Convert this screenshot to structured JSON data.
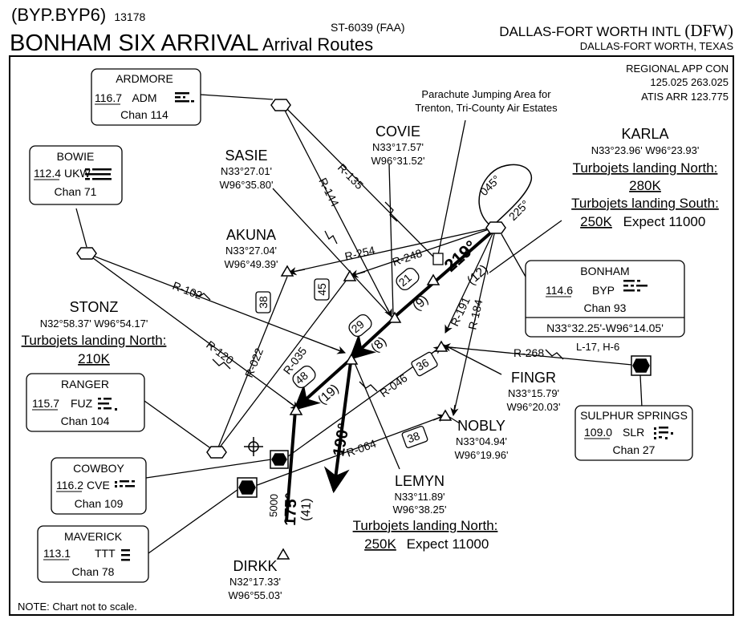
{
  "header": {
    "procedure_code": "(BYP.BYP6)",
    "procedure_number": "13178",
    "title": "BONHAM SIX ARRIVAL",
    "subtitle": "Arrival Routes",
    "chart_id": "ST-6039 (FAA)",
    "airport_name": "DALLAS-FORT WORTH INTL",
    "airport_id": "(DFW)",
    "city": "DALLAS-FORT WORTH, TEXAS"
  },
  "comms": {
    "line1": "REGIONAL APP CON",
    "line2": "125.025  263.025",
    "line3": "ATIS ARR  123.775"
  },
  "parachute": {
    "line1": "Parachute Jumping Area for",
    "line2": "Trenton, Tri-County Air Estates"
  },
  "navaids": {
    "ardmore": {
      "name": "ARDMORE",
      "freq": "116.7",
      "id": "ADM",
      "chan": "Chan 114"
    },
    "bowie": {
      "name": "BOWIE",
      "freq": "112.4",
      "id": "UKW",
      "chan": "Chan 71"
    },
    "bonham": {
      "name": "BONHAM",
      "freq": "114.6",
      "id": "BYP",
      "chan": "Chan 93",
      "coords": "N33°32.25'-W96°14.05'"
    },
    "ranger": {
      "name": "RANGER",
      "freq": "115.7",
      "id": "FUZ",
      "chan": "Chan 104"
    },
    "cowboy": {
      "name": "COWBOY",
      "freq": "116.2",
      "id": "CVE",
      "chan": "Chan 109"
    },
    "maverick": {
      "name": "MAVERICK",
      "freq": "113.1",
      "id": "TTT",
      "chan": "Chan 78"
    },
    "sulphur": {
      "name": "SULPHUR SPRINGS",
      "freq": "109.0",
      "id": "SLR",
      "chan": "Chan 27"
    }
  },
  "fixes": {
    "covie": {
      "name": "COVIE",
      "lat": "N33°17.57'",
      "lon": "W96°31.52'"
    },
    "sasie": {
      "name": "SASIE",
      "lat": "N33°27.01'",
      "lon": "W96°35.80'"
    },
    "akuna": {
      "name": "AKUNA",
      "lat": "N33°27.04'",
      "lon": "W96°49.39'"
    },
    "karla": {
      "name": "KARLA",
      "coords": "N33°23.96' W96°23.93'",
      "tj_north": "Turbojets landing North:",
      "spd_north": "280K",
      "tj_south": "Turbojets landing South:",
      "spd_south": "250K",
      "expect": "Expect 11000"
    },
    "stonz": {
      "name": "STONZ",
      "coords": "N32°58.37' W96°54.17'",
      "tj_north": "Turbojets landing North:",
      "spd_north": "210K"
    },
    "fingr": {
      "name": "FINGR",
      "lat": "N33°15.79'",
      "lon": "W96°20.03'"
    },
    "nobly": {
      "name": "NOBLY",
      "lat": "N33°04.94'",
      "lon": "W96°19.96'"
    },
    "lemyn": {
      "name": "LEMYN",
      "lat": "N33°11.89'",
      "lon": "W96°38.25'",
      "tj_north": "Turbojets landing North:",
      "spd": "250K",
      "expect": "Expect 11000"
    },
    "dirkk": {
      "name": "DIRKK",
      "lat": "N32°17.33'",
      "lon": "W96°55.03'"
    }
  },
  "radials": {
    "r135": "R-135",
    "r144": "R-144",
    "r248": "R-248",
    "r254": "R-254",
    "r102": "R-102",
    "r120": "R-120",
    "r022": "R-022",
    "r035": "R-035",
    "r046": "R-046",
    "r064": "R-064",
    "r191": "R-191",
    "r184": "R-184",
    "r268": "R-268"
  },
  "route_labels": {
    "crs219": "219°",
    "dist12": "(12)",
    "dist9": "(9)",
    "dist8": "(8)",
    "dist19": "(19)",
    "crs190": "190°",
    "crs175": "175°",
    "dist41": "(41)",
    "alt5000": "5000",
    "hold045": "045°",
    "hold225": "225°",
    "airways": "L-17, H-6"
  },
  "mea_boxes": {
    "b21": "21",
    "b29": "29",
    "b48": "48",
    "b38a": "38",
    "b45": "45",
    "b36": "36",
    "b38b": "38"
  },
  "note": "NOTE:  Chart not to scale."
}
